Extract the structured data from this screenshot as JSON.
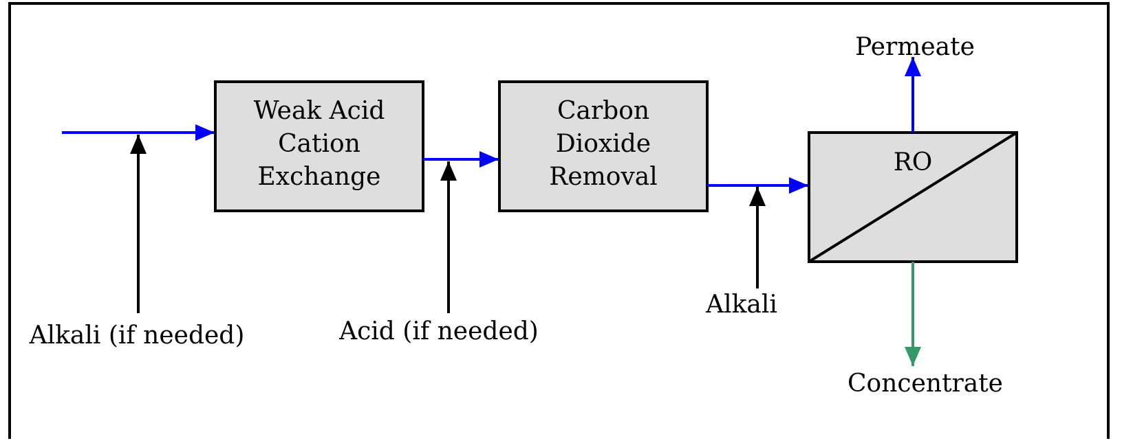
{
  "colors": {
    "flow": "#0000ff",
    "chemical_feed": "#000000",
    "concentrate": "#339966",
    "box_fill": "#dedede"
  },
  "units": {
    "wac": {
      "lines": [
        "Weak Acid",
        "Cation",
        "Exchange"
      ]
    },
    "co2": {
      "lines": [
        "Carbon",
        "Dioxide",
        "Removal"
      ]
    },
    "ro": {
      "label": "RO"
    }
  },
  "feeds": {
    "alkali_if_needed": "Alkali (if needed)",
    "acid_if_needed": "Acid (if needed)",
    "alkali": "Alkali"
  },
  "outputs": {
    "permeate": "Permeate",
    "concentrate": "Concentrate"
  }
}
